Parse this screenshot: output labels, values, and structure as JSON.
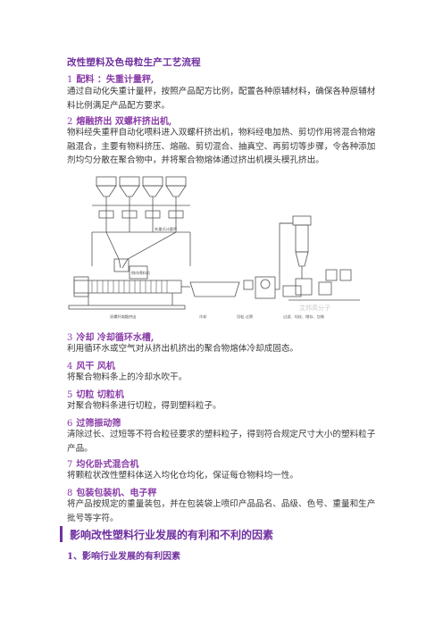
{
  "title": "改性塑料及色母粒生产工艺流程",
  "steps": [
    {
      "num": "1",
      "name": "配料 ：失重计量秤,",
      "desc": "通过自动化失重计量秤，按照产品配方比例，配置各种原辅材料，确保各种原辅材料比例满足产品配方要求。"
    },
    {
      "num": "2",
      "name": "熔融挤出  双螺杆挤出机,",
      "desc": "物料经失重秤自动化喂料进入双螺杆挤出机，物料经电加热、剪切作用将混合物熔融混合，主要有物料挤压、熔融、剪切混合、抽真空、再剪切等步骤，令各种添加剂均匀分散在聚合物中，并将聚合物熔体通过挤出机模头模孔挤出。"
    },
    {
      "num": "3",
      "name": "冷却  冷却循环水槽,",
      "desc": "利用循环水或空气对从挤出机挤出的聚合物熔体冷却成固态。"
    },
    {
      "num": "4",
      "name": "风干  风机",
      "desc": "将聚合物料条上的冷却水吹干。"
    },
    {
      "num": "5",
      "name": "切粒  切粒机",
      "desc": "对聚合物料条进行切粒，得到塑料粒子。"
    },
    {
      "num": "6",
      "name": "过筛振动筛",
      "desc": "清除过长、过短等不符合粒径要求的塑料粒子，得到符合规定尺寸大小的塑料粒子产品。"
    },
    {
      "num": "7",
      "name": "均化卧式混合机",
      "desc": "将颗粒状改性塑料体送入均化仓均化，保证每仓物料均一性。"
    },
    {
      "num": "8",
      "name": "包装包装机、电子秤",
      "desc": "将产品按规定的重量装包，并在包装袋上喷印产品品名、品级、色号、重量和生产批号等字符。"
    }
  ],
  "diagram": {
    "labels": {
      "feeder": "失重式计量秤",
      "side_feeder": "侧向喂料机",
      "extruder": "双螺杆熔融挤出",
      "cooling": "冷却",
      "cut_screen": "切粒  过筛",
      "pack": "过滤、均化、储存、包装"
    },
    "watermark": "艾邦高分子"
  },
  "section": {
    "title": "影响改性塑料行业发展的有利和不利的因素",
    "subtitle": "1、影响行业发展的有利因素"
  },
  "colors": {
    "accent": "#7030a0",
    "text": "#3a3a3a",
    "line": "#555555"
  }
}
